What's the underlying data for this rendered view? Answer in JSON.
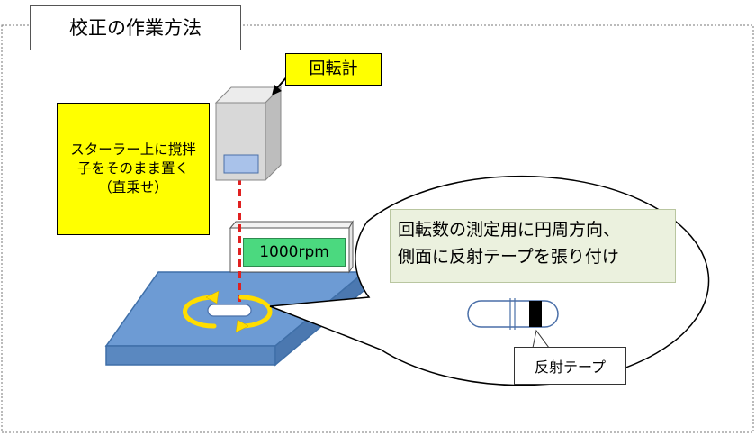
{
  "title": "校正の作業方法",
  "tachometer_label": "回転計",
  "note": {
    "line1": "スターラー上に撹拌",
    "line2": "子をそのまま置く",
    "line3": "（直乗せ）"
  },
  "display_reading": "1000rpm",
  "instruction": {
    "line1": "回転数の測定用に円周方向、",
    "line2": "側面に反射テープを張り付け"
  },
  "tape_label": "反射テープ",
  "colors": {
    "stirrer_plate": "#6d9bd4",
    "plate_edge": "#3f6fa8",
    "tachometer_body": "#d8d8d8",
    "laser": "#e02020",
    "callout": "#ffff00",
    "display": "#4bd97f",
    "instruction_bg": "#ebf1de",
    "rotation_arrows": "#ffdd00",
    "reflective_tape": "#000000"
  }
}
